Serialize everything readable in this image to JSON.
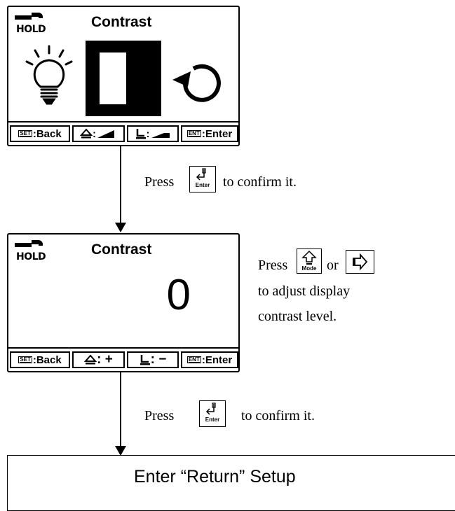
{
  "screen1": {
    "hold": "HOLD",
    "title": "Contrast",
    "softkeys": [
      {
        "glyph": "SET",
        "label": ":Back"
      },
      {
        "glyph": "",
        "label": ":"
      },
      {
        "glyph": "",
        "label": ":"
      },
      {
        "glyph": "ENT",
        "label": ":Enter"
      }
    ]
  },
  "step1": {
    "before": "Press",
    "after": "to confirm it.",
    "key_label": "Enter"
  },
  "screen2": {
    "hold": "HOLD",
    "title": "Contrast",
    "value": "0",
    "softkeys": [
      {
        "glyph": "SET",
        "label": ":Back"
      },
      {
        "glyph": "",
        "label": ": +"
      },
      {
        "glyph": "",
        "label": ": −"
      },
      {
        "glyph": "ENT",
        "label": ":Enter"
      }
    ]
  },
  "adjust": {
    "press": "Press",
    "or": "or",
    "line2": "to adjust display",
    "line3": "contrast level.",
    "mode_key_label": "Mode"
  },
  "step2": {
    "before": "Press",
    "after": "to confirm it.",
    "key_label": "Enter"
  },
  "next": {
    "label": "Enter “Return” Setup"
  },
  "icons": {
    "hold": "wrench-hold-icon",
    "bulb": "lightbulb-icon",
    "contrast": "contrast-icon",
    "undo": "undo-arrow-icon",
    "enter_key": "enter-key-icon",
    "mode_key": "mode-up-key-icon",
    "right_key": "right-arrow-key-icon"
  }
}
